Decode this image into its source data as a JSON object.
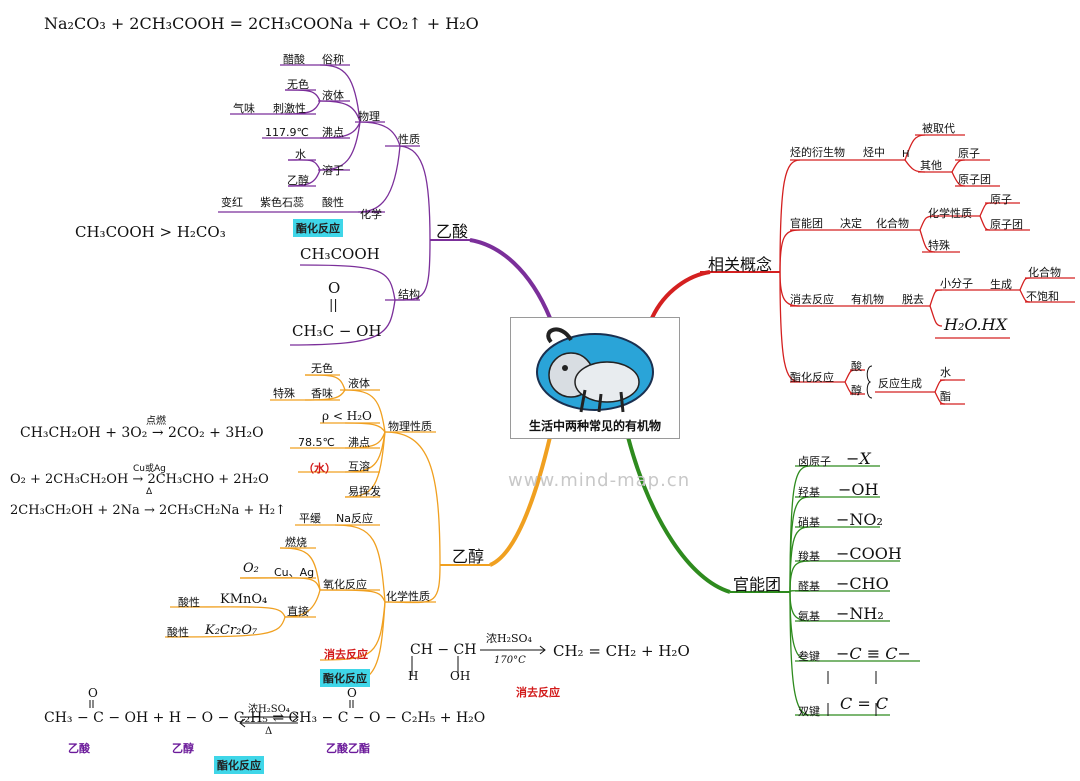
{
  "center": {
    "title": "生活中两种常见的有机物"
  },
  "watermark": "www.mind-map.cn",
  "top_formula": "Na₂CO₃ + 2CH₃COOH = 2CH₃COONa + CO₂↑ + H₂O",
  "acid": {
    "name": "乙酸",
    "xingzhi": "性质",
    "wuli": "物理",
    "suchen_label": "俗称",
    "cusuan": "醋酸",
    "yeti": "液体",
    "wuse": "无色",
    "qiwei": "气味",
    "cijixing": "刺激性",
    "feidian": "沸点",
    "feidian_value": "117.9℃",
    "rongyu": "溶于",
    "shui": "水",
    "yichun": "乙醇",
    "huaxue": "化学",
    "suanxing": "酸性",
    "zisesh": "紫色石蕊",
    "bianhong": "变红",
    "zhihua": "酯化反应",
    "compare": "CH₃COOH > H₂CO₃",
    "jiegou": "结构",
    "formula1": "CH₃COOH",
    "o": "O",
    "dbl": "||",
    "formula2": "CH₃C − OH"
  },
  "alcohol": {
    "name": "乙醇",
    "wulixingzhi": "物理性质",
    "yeti": "液体",
    "wuse": "无色",
    "xiangwei": "香味",
    "teshu": "特殊",
    "density": "ρ < H₂O",
    "feidian": "沸点",
    "feidian_value": "78.5℃",
    "huro": "互溶",
    "shui": "（水）",
    "yihuifa": "易挥发",
    "huaxuexingzhi": "化学性质",
    "na_fanying": "Na反应",
    "pinghuan": "平缓",
    "yanghua": "氧化反应",
    "ranshao": "燃烧",
    "cu_ag": "Cu、Ag",
    "o2": "O₂",
    "zhijie": "直接",
    "kmno4": "KMnO₄",
    "suanxing1": "酸性",
    "k2cr2o7": "K₂Cr₂O₇",
    "suanxing2": "酸性",
    "xiaoqu": "消去反应",
    "zhihua": "酯化反应",
    "eq1": "CH₃CH₂OH + 3O₂ → 2CO₂ + 3H₂O",
    "eq1_cond": "点燃",
    "eq2": "O₂ + 2CH₃CH₂OH → 2CH₃CHO + 2H₂O",
    "eq2_cond": "Cu或Ag",
    "eq2_delta": "Δ",
    "eq3": "2CH₃CH₂OH + 2Na → 2CH₃CH₂Na + H₂↑",
    "elim_left": "CH − CH",
    "elim_h": "H",
    "elim_oh": "OH",
    "elim_cond_top": "浓H₂SO₄",
    "elim_cond_bot": "170°C",
    "elim_right": "CH₂ = CH₂ + H₂O",
    "elim_label": "消去反应",
    "ester_eq": "CH₃ − C − OH + H − O − C₂H₅ ⇌ CH₃ − C − O − C₂H₅ + H₂O",
    "ester_o1": "O",
    "ester_o2": "O",
    "ester_cond_top": "浓H₂SO₄",
    "ester_cond_bot": "Δ",
    "ester_l1": "乙酸",
    "ester_l2": "乙醇",
    "ester_l3": "乙酸乙酯",
    "ester_tag": "酯化反应"
  },
  "concepts": {
    "name": "相关概念",
    "ting_yan": "烃的衍生物",
    "ting_zhong": "烃中",
    "h": "H",
    "bei_qudai": "被取代",
    "qita": "其他",
    "yuanzi": "原子",
    "yuanzituan": "原子团",
    "guanneng_tuan": "官能团",
    "jueding": "决定",
    "huahewu": "化合物",
    "huaxue_xingzhi": "化学性质",
    "yuanzi2": "原子",
    "yuanzituan2": "原子团",
    "teshu": "特殊",
    "xiaoqu": "消去反应",
    "youjiwu": "有机物",
    "tuoqu": "脱去",
    "xiaofenzi": "小分子",
    "shengcheng": "生成",
    "huahewu2": "化合物",
    "bubaohe": "不饱和",
    "h2o_hx": "H₂O.HX",
    "zhihua": "酯化反应",
    "suan": "酸",
    "chun": "醇",
    "fanying": "反应生成",
    "shui": "水",
    "zhi": "酯"
  },
  "functional": {
    "name": "官能团",
    "items": [
      {
        "label": "卤原子",
        "formula": "−X"
      },
      {
        "label": "羟基",
        "formula": "−OH"
      },
      {
        "label": "硝基",
        "formula": "−NO₂"
      },
      {
        "label": "羧基",
        "formula": "−COOH"
      },
      {
        "label": "醛基",
        "formula": "−CHO"
      },
      {
        "label": "氨基",
        "formula": "−NH₂"
      },
      {
        "label": "叁键",
        "formula": "−C ≡ C−"
      },
      {
        "label": "双键",
        "formula": "C = C"
      }
    ]
  },
  "colors": {
    "acid": "#7b2f9a",
    "alcohol": "#f0a020",
    "concepts": "#d42020",
    "functional": "#2e8b1e",
    "tag_bg": "#3fd6e8"
  }
}
